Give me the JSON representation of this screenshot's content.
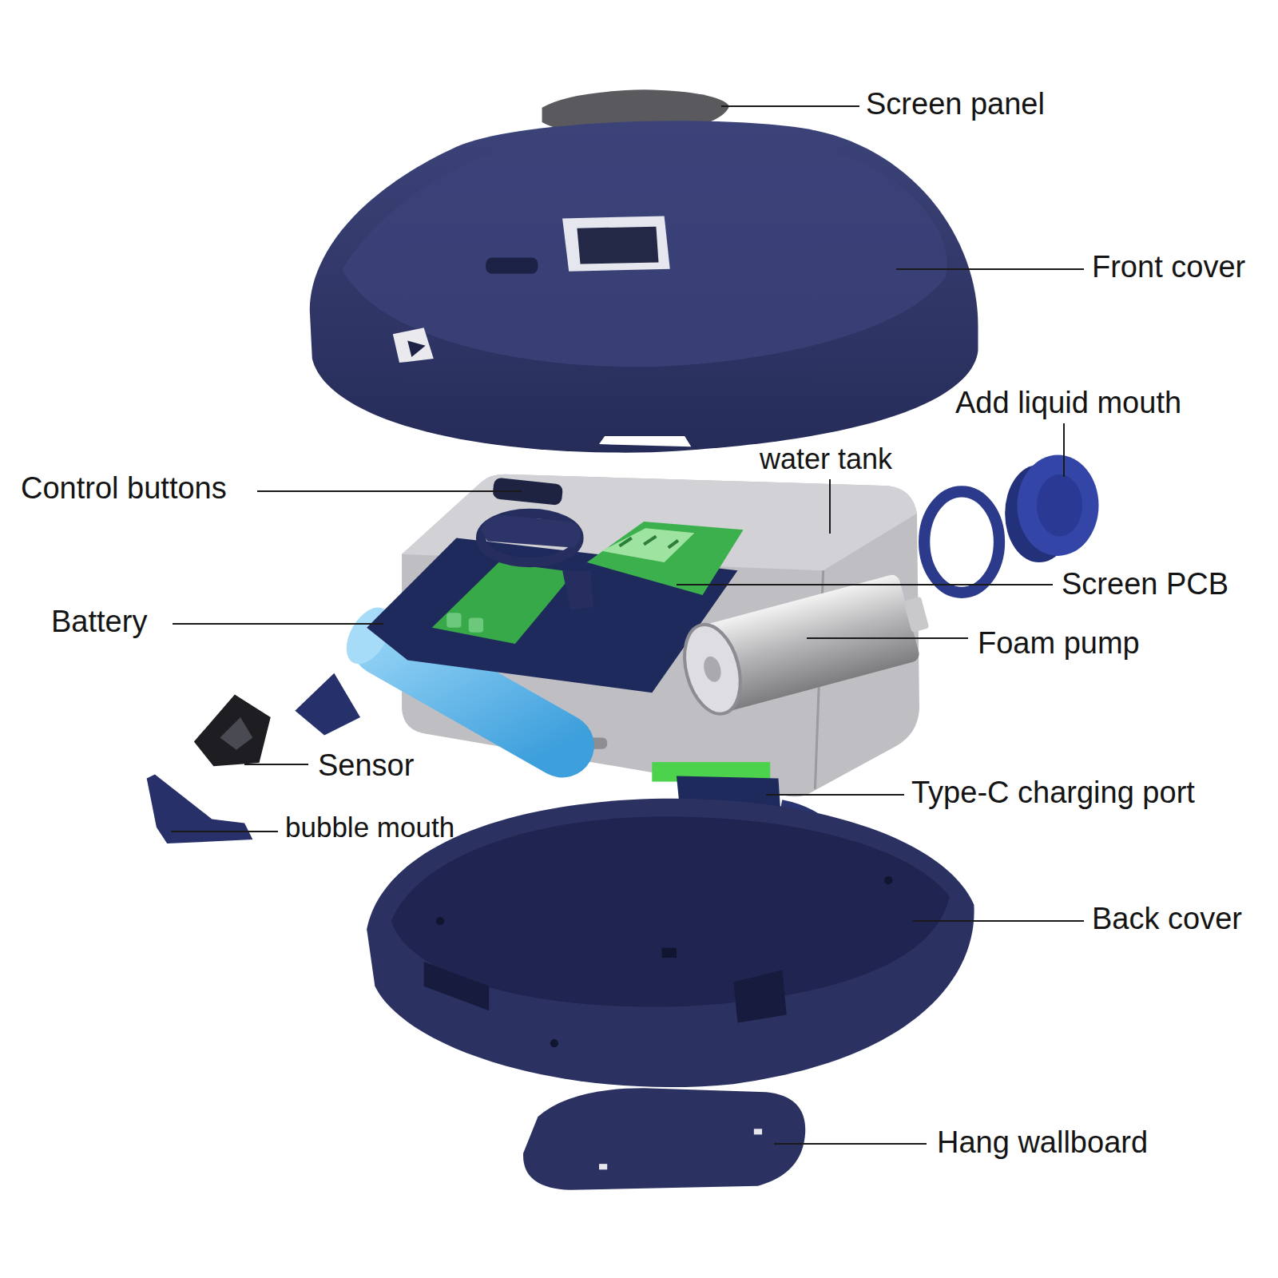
{
  "diagram": {
    "labels": [
      "Screen panel",
      "Front cover",
      "Add liquid mouth",
      "water tank",
      "Control buttons",
      "Screen PCB",
      "Battery",
      "Foam pump",
      "Sensor",
      "bubble mouth",
      "Type-C charging port",
      "Back cover",
      "Hang wallboard"
    ]
  }
}
